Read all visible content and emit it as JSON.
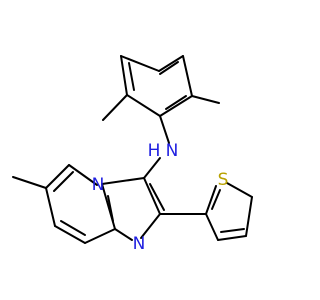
{
  "molecule": {
    "atoms": {
      "amine": {
        "element": "N",
        "hydrogen": "H",
        "color": "#1f1fe0"
      },
      "bridgehead_n": {
        "element": "N",
        "color": "#1f1fe0"
      },
      "imine_n": {
        "element": "N",
        "color": "#1f1fe0"
      },
      "thiophene_s": {
        "element": "S",
        "color": "#b8a100"
      }
    }
  }
}
